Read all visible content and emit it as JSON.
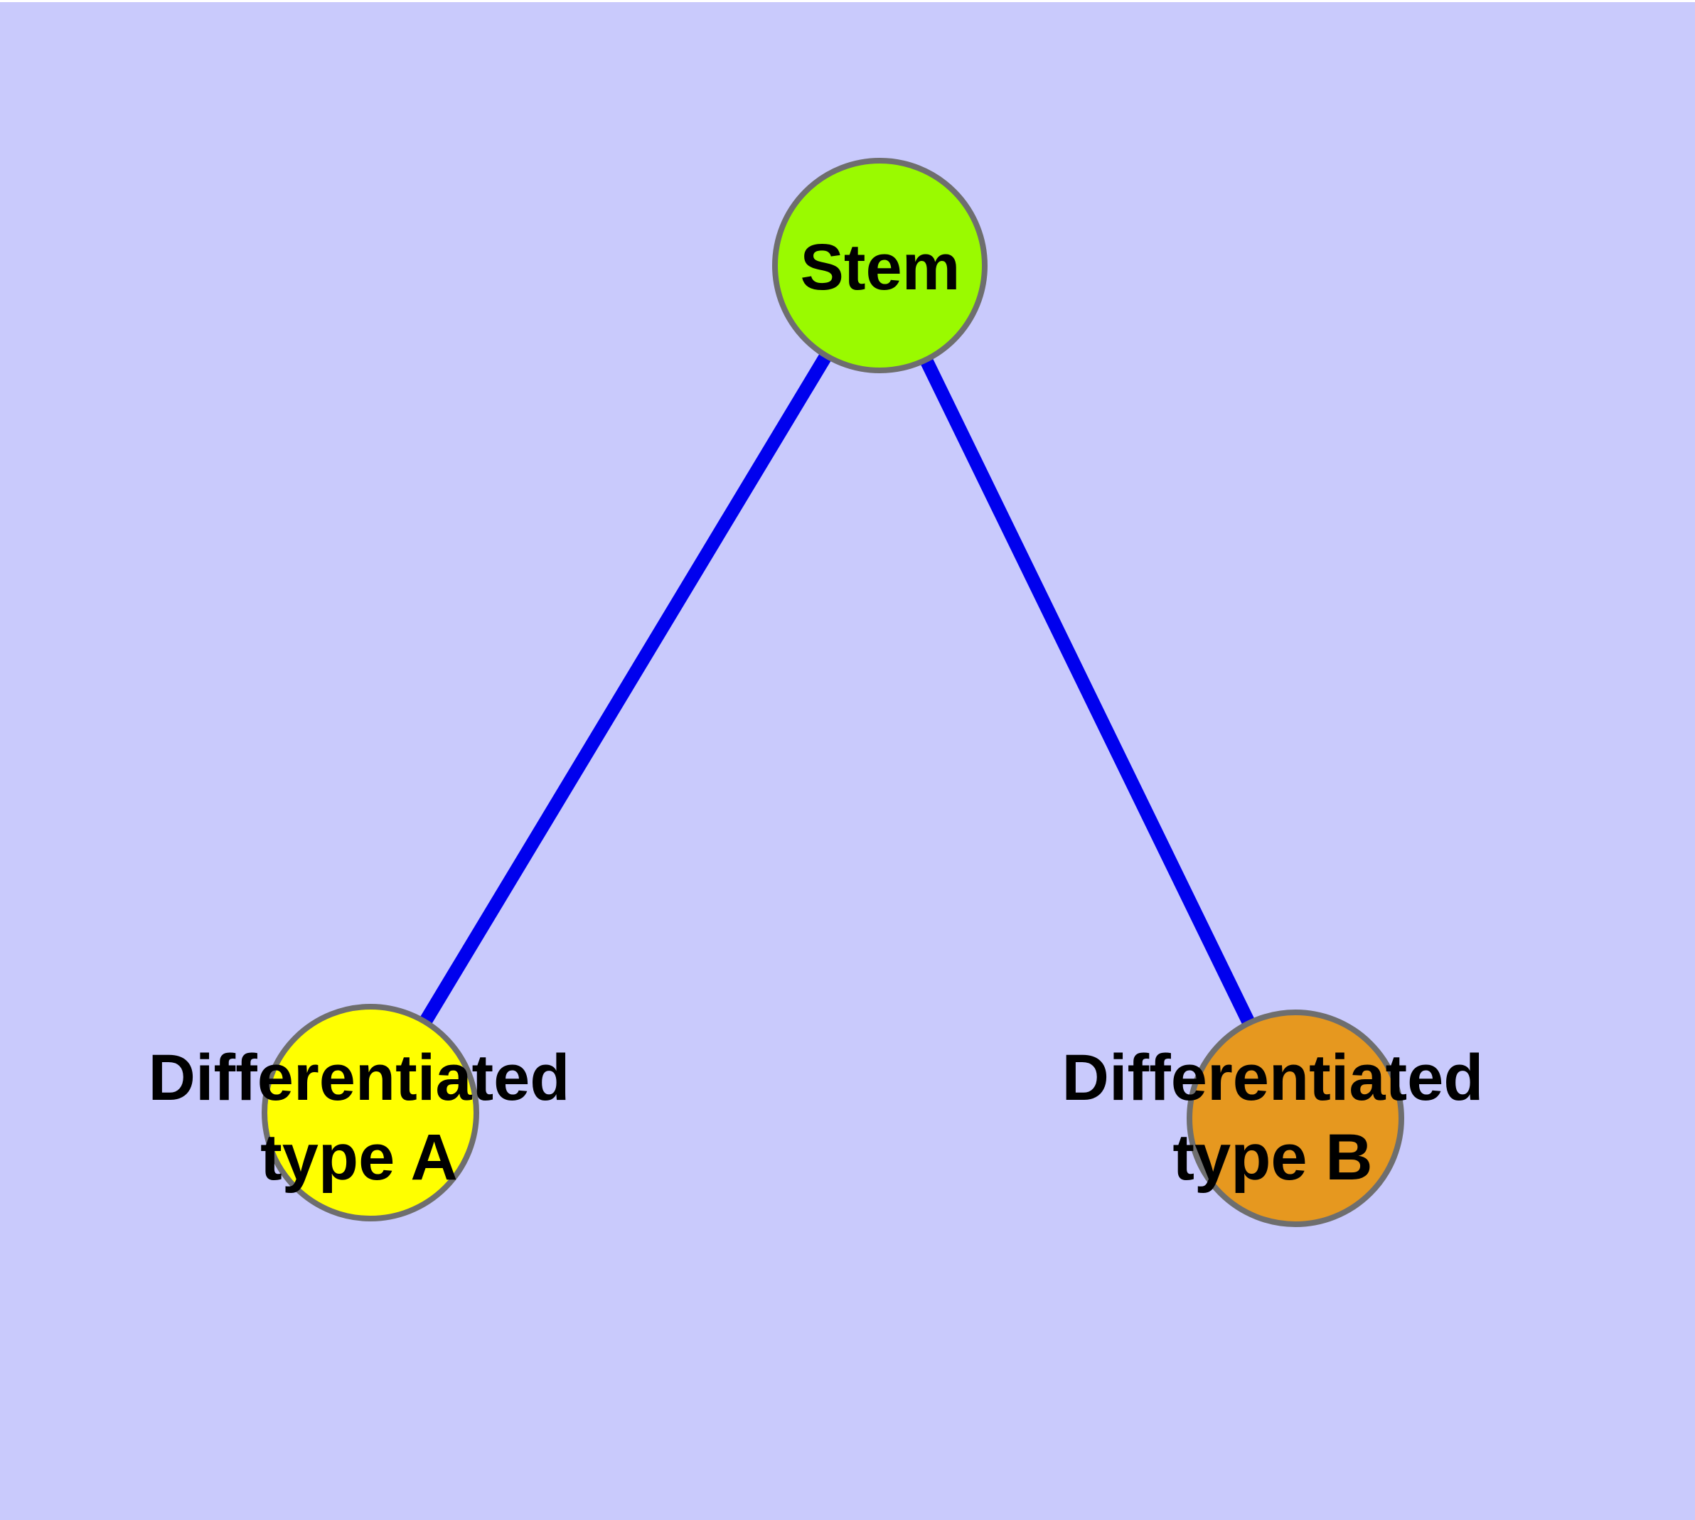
{
  "diagram": {
    "background_color": "#c9cafc",
    "margin_color": "#ffffff",
    "edge_color": "#0000ee",
    "node_border_color": "#6e6e6e",
    "label_color": "#000000",
    "nodes": [
      {
        "id": "stem",
        "label": "Stem",
        "fill": "#9afa00"
      },
      {
        "id": "differentiated-type-a",
        "label": "Differentiated type A",
        "label_line1": "Differentiated",
        "label_line2": "type A",
        "fill": "#ffff00"
      },
      {
        "id": "differentiated-type-b",
        "label": "Differentiated type B",
        "label_line1": "Differentiated",
        "label_line2": "type B",
        "fill": "#e6981f"
      }
    ],
    "edges": [
      {
        "from": "Stem",
        "to": "Differentiated type A"
      },
      {
        "from": "Stem",
        "to": "Differentiated type B"
      }
    ]
  }
}
